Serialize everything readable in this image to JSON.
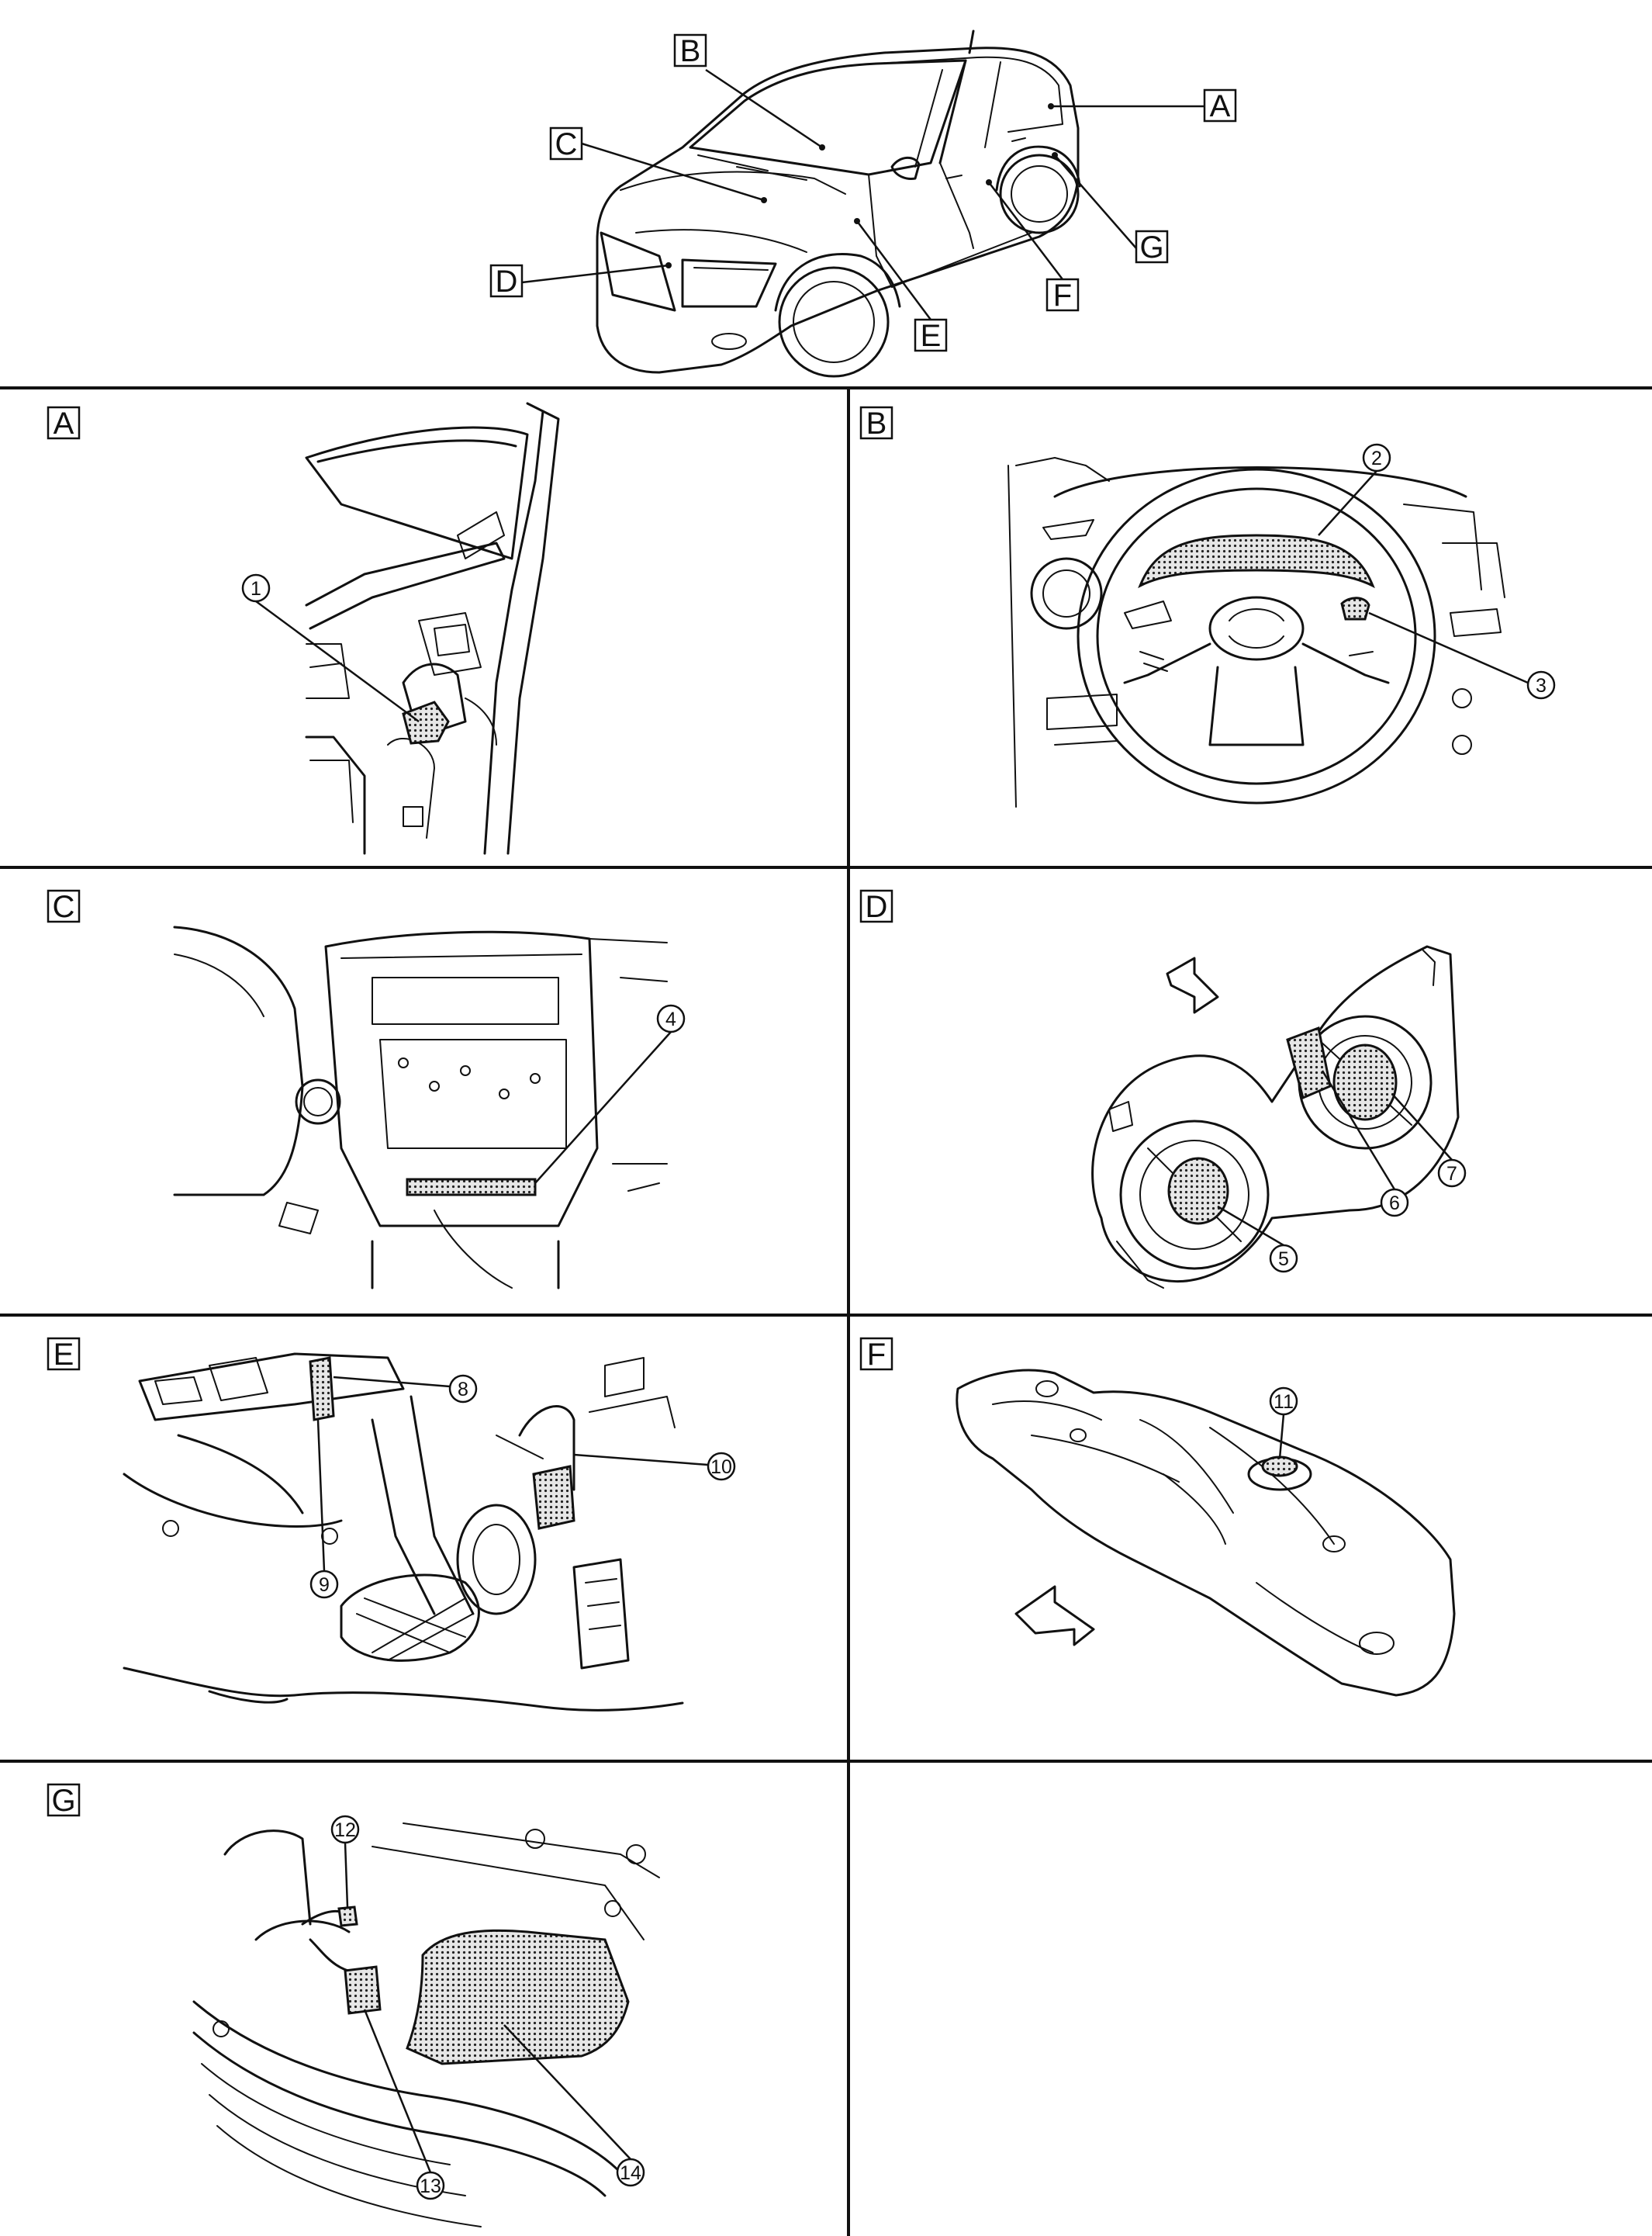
{
  "overview": {
    "callouts": [
      "A",
      "B",
      "C",
      "D",
      "E",
      "F",
      "G"
    ]
  },
  "panels": [
    {
      "label": "A",
      "callouts": [
        "1"
      ]
    },
    {
      "label": "B",
      "callouts": [
        "2",
        "3"
      ]
    },
    {
      "label": "C",
      "callouts": [
        "4"
      ]
    },
    {
      "label": "D",
      "callouts": [
        "5",
        "6",
        "7"
      ]
    },
    {
      "label": "E",
      "callouts": [
        "8",
        "9",
        "10"
      ]
    },
    {
      "label": "F",
      "callouts": [
        "11"
      ]
    },
    {
      "label": "G",
      "callouts": [
        "12",
        "13",
        "14"
      ]
    }
  ]
}
